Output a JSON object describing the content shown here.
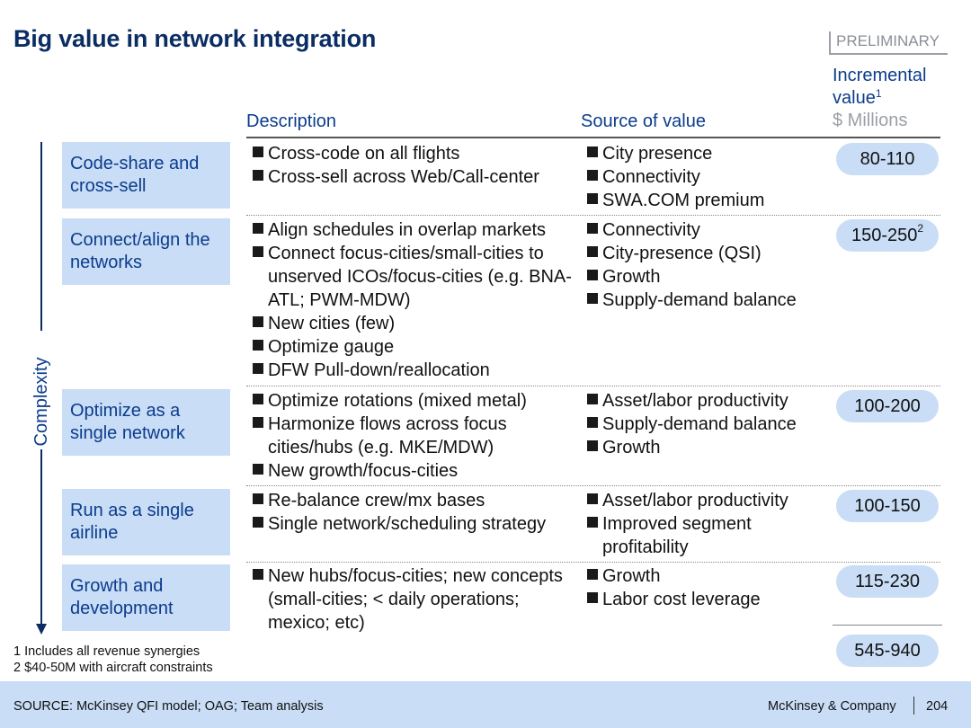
{
  "title": "Big value in network integration",
  "status_label": "PRELIMINARY",
  "headers": {
    "description": "Description",
    "source": "Source of value",
    "value_line1": "Incremental",
    "value_line2": "value",
    "value_sup": "1",
    "value_unit": "$ Millions"
  },
  "axis_label": "Complexity",
  "rows": [
    {
      "category": "Code-share and cross-sell",
      "description": [
        "Cross-code on all flights",
        "Cross-sell across Web/Call-center"
      ],
      "sources": [
        "City presence",
        "Connectivity",
        "SWA.COM premium"
      ],
      "value": "80-110",
      "value_sup": ""
    },
    {
      "category": "Connect/align the networks",
      "description": [
        "Align schedules in overlap markets",
        "Connect focus-cities/small-cities to unserved ICOs/focus-cities (e.g. BNA-ATL; PWM-MDW)",
        "New cities (few)",
        "Optimize gauge",
        "DFW Pull-down/reallocation"
      ],
      "sources": [
        "Connectivity",
        "City-presence (QSI)",
        "Growth",
        "Supply-demand balance"
      ],
      "value": "150-250",
      "value_sup": "2"
    },
    {
      "category": "Optimize as a single network",
      "description": [
        "Optimize rotations (mixed metal)",
        "Harmonize flows across focus cities/hubs (e.g. MKE/MDW)",
        "New growth/focus-cities"
      ],
      "sources": [
        "Asset/labor productivity",
        "Supply-demand balance",
        "Growth"
      ],
      "value": "100-200",
      "value_sup": ""
    },
    {
      "category": "Run as a single airline",
      "description": [
        "Re-balance crew/mx bases",
        "Single network/scheduling strategy"
      ],
      "sources": [
        "Asset/labor productivity",
        "Improved segment profitability"
      ],
      "value": "100-150",
      "value_sup": ""
    },
    {
      "category": "Growth and development",
      "description": [
        "New hubs/focus-cities; new concepts (small-cities; < daily operations; mexico; etc)"
      ],
      "sources": [
        "Growth",
        "Labor cost leverage"
      ],
      "value": "115-230",
      "value_sup": ""
    }
  ],
  "total_value": "545-940",
  "footnotes": [
    "1 Includes all revenue synergies",
    "2 $40-50M with aircraft constraints"
  ],
  "footer": {
    "source": "SOURCE: McKinsey QFI model; OAG; Team analysis",
    "company": "McKinsey & Company",
    "page": "204"
  },
  "colors": {
    "title": "#0b2d63",
    "header_blue": "#0b3c8c",
    "category_fill": "#c9ddf6"
  }
}
